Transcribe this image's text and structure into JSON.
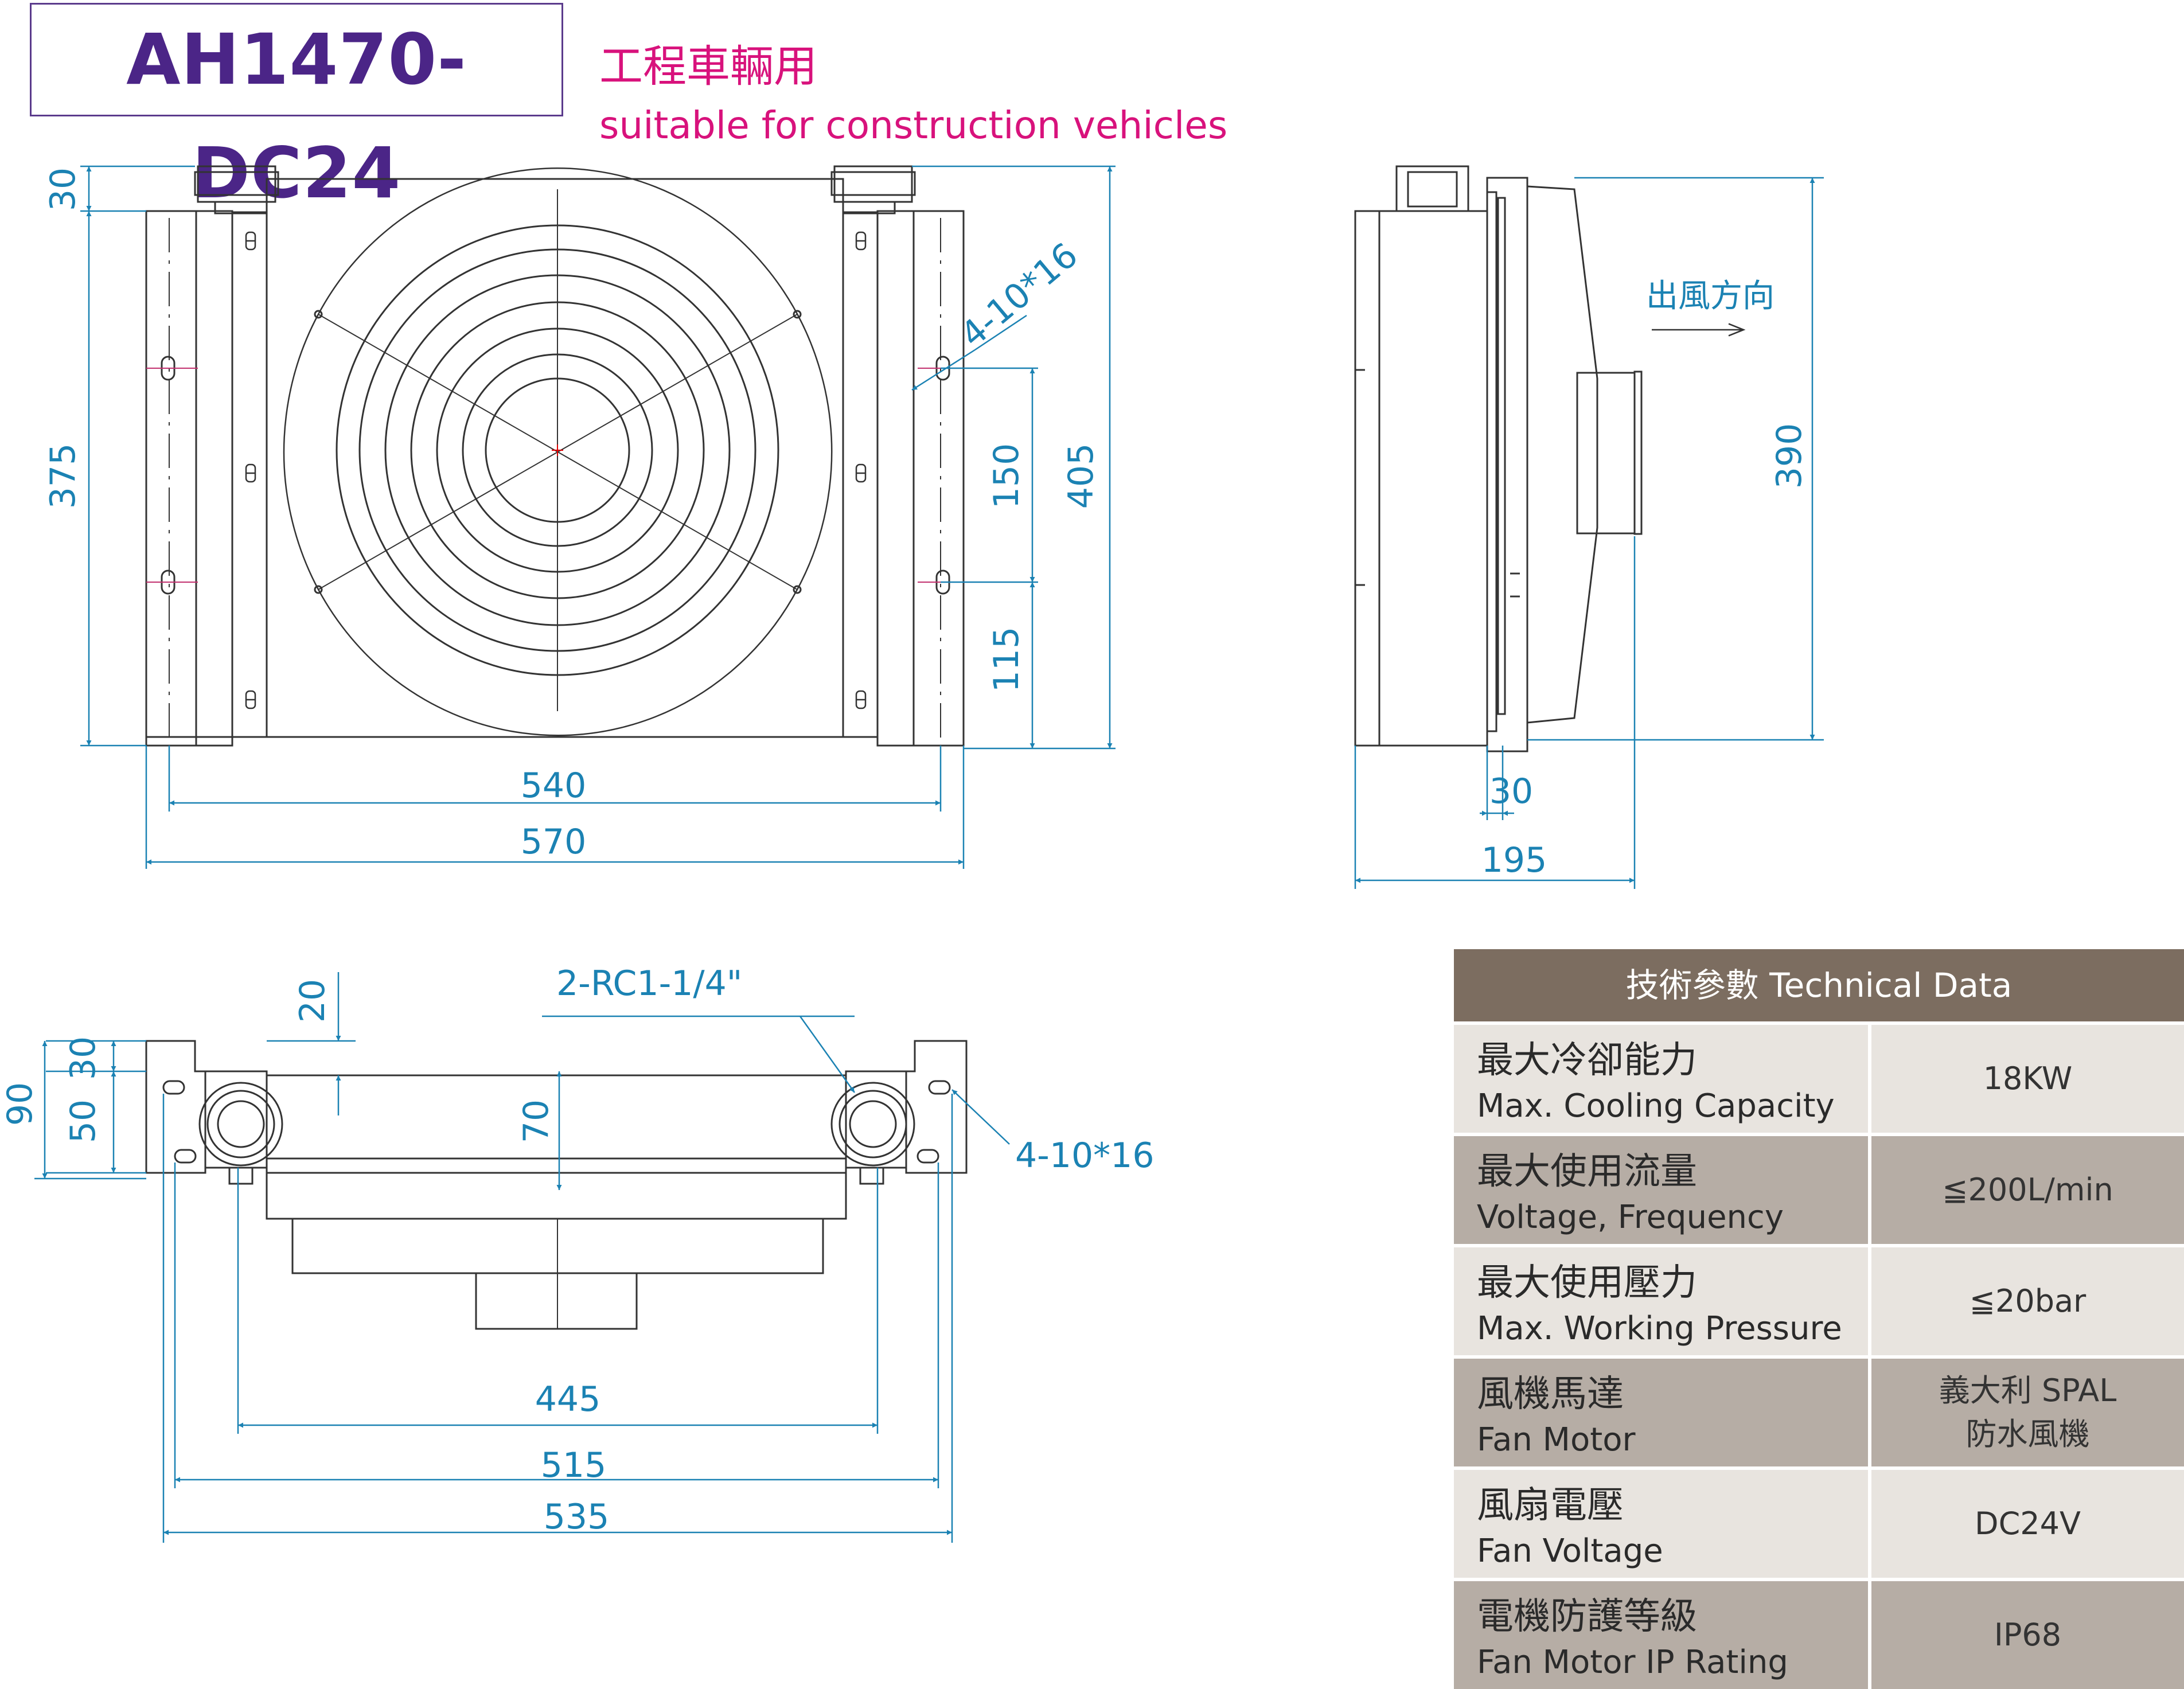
{
  "header": {
    "model": "AH1470-DC24",
    "subtitle_cn": "工程車輛用",
    "subtitle_en": "suitable for construction vehicles"
  },
  "front_view": {
    "dims": {
      "top_30": "30",
      "height_375": "375",
      "hole_label": "4-10*16",
      "dim_150": "150",
      "dim_405": "405",
      "dim_115": "115",
      "width_540": "540",
      "width_570": "570"
    }
  },
  "side_view": {
    "airflow_label": "出風方向",
    "dims": {
      "height_390": "390",
      "depth_30": "30",
      "depth_195": "195"
    }
  },
  "top_view": {
    "port_label": "2-RC1-1/4\"",
    "hole_label": "4-10*16",
    "dims": {
      "dim_20": "20",
      "dim_90": "90",
      "dim_30": "30",
      "dim_50": "50",
      "dim_70": "70",
      "width_445": "445",
      "width_515": "515",
      "width_535": "535"
    }
  },
  "tech_table": {
    "title": "技術參數 Technical Data",
    "rows": [
      {
        "label_cn": "最大冷卻能力",
        "label_en": "Max. Cooling Capacity",
        "value": "18KW"
      },
      {
        "label_cn": "最大使用流量",
        "label_en": "Voltage, Frequency",
        "value": "≦200L/min"
      },
      {
        "label_cn": "最大使用壓力",
        "label_en": "Max. Working Pressure",
        "value": "≦20bar"
      },
      {
        "label_cn": "風機馬達",
        "label_en": "Fan Motor",
        "value_line1": "義大利 SPAL",
        "value_line2": "防水風機"
      },
      {
        "label_cn": "風扇電壓",
        "label_en": "Fan Voltage",
        "value": "DC24V"
      },
      {
        "label_cn": "電機防護等級",
        "label_en": "Fan Motor IP Rating",
        "value": "IP68"
      }
    ]
  }
}
